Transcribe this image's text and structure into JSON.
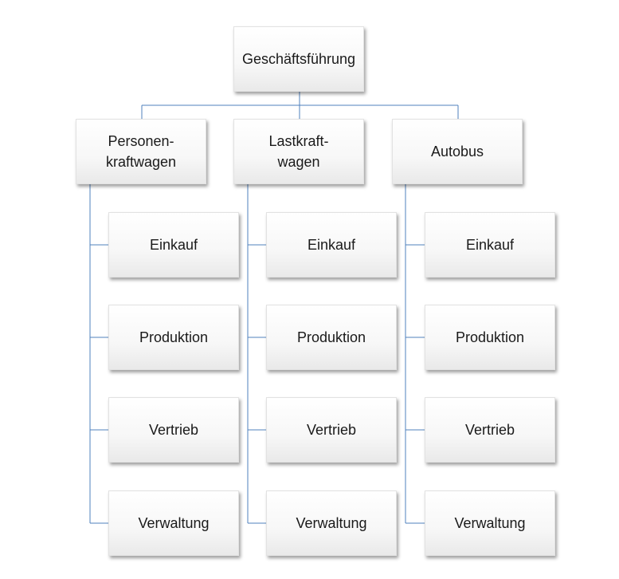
{
  "root": {
    "label": "Geschäftsführung"
  },
  "divisions": [
    {
      "label": "Personen-\nkraftwagen",
      "units": [
        "Einkauf",
        "Produktion",
        "Vertrieb",
        "Verwaltung"
      ]
    },
    {
      "label": "Lastkraft-\nwagen",
      "units": [
        "Einkauf",
        "Produktion",
        "Vertrieb",
        "Verwaltung"
      ]
    },
    {
      "label": "Autobus",
      "units": [
        "Einkauf",
        "Produktion",
        "Vertrieb",
        "Verwaltung"
      ]
    }
  ],
  "colors": {
    "connector": "#4f81bd"
  }
}
